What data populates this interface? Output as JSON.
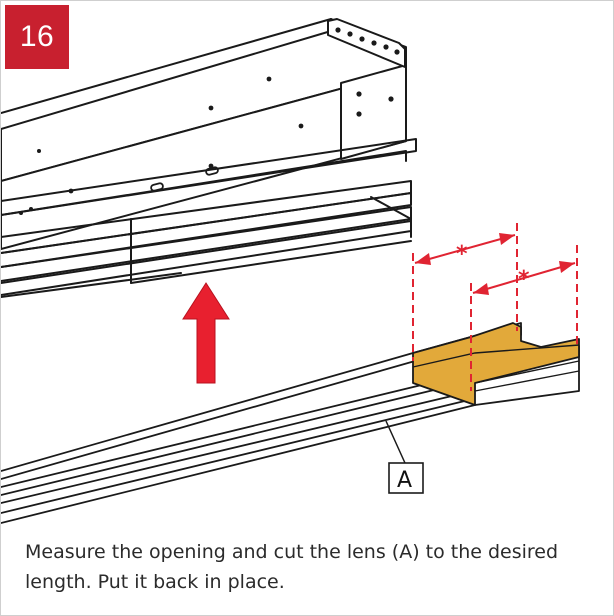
{
  "step": {
    "number": "16",
    "badge_color": "#c8202f"
  },
  "illustration": {
    "callout_label": "A",
    "dimension_marks": [
      "*",
      "*"
    ],
    "arrow_color": "#e8202f",
    "highlight_color": "#e2a93a",
    "arrow_icon": "arrow-up-icon"
  },
  "instruction": {
    "text": "Measure the opening and cut the lens (A) to the desired length. Put it back in place."
  }
}
